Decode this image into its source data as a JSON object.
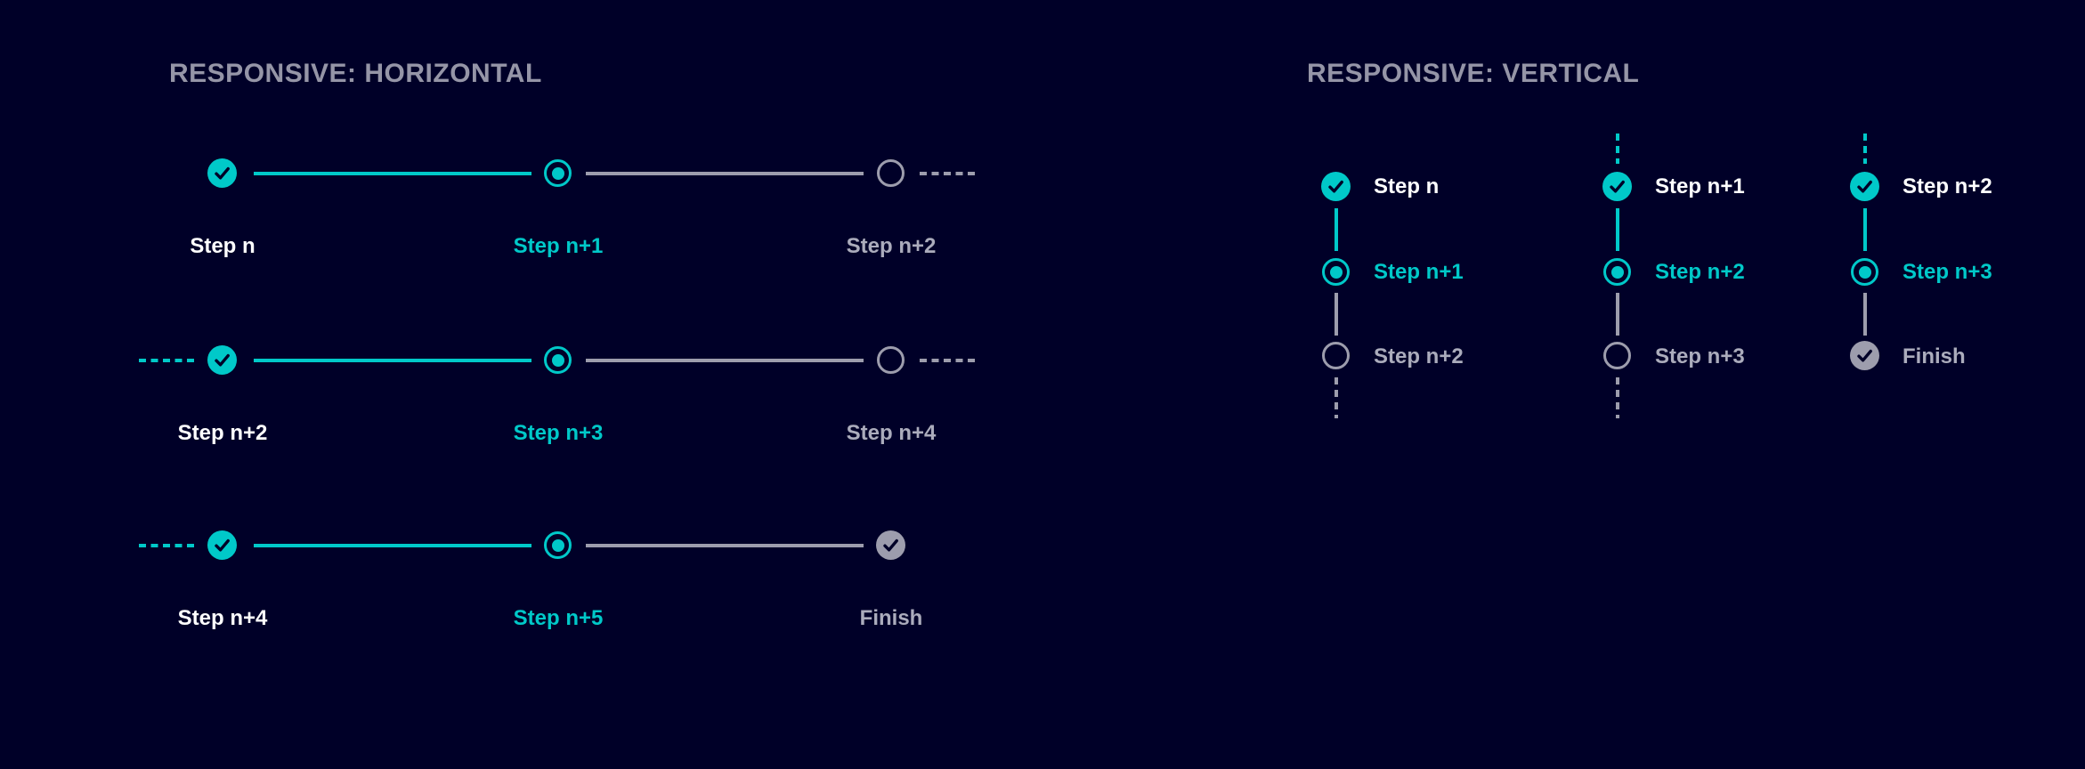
{
  "colors": {
    "background": "#000028",
    "accent": "#00c9c9",
    "inactive": "#9d9dad",
    "inactive_text": "#abacbc",
    "completed_text": "#ffffff",
    "heading_text": "#9595a7"
  },
  "horizontal": {
    "title": "RESPONSIVE: HORIZONTAL",
    "rows": [
      {
        "overflow_before": false,
        "overflow_after": true,
        "steps": [
          {
            "label": "Step n",
            "state": "completed"
          },
          {
            "label": "Step n+1",
            "state": "current"
          },
          {
            "label": "Step n+2",
            "state": "upcoming"
          }
        ]
      },
      {
        "overflow_before": true,
        "overflow_after": true,
        "steps": [
          {
            "label": "Step n+2",
            "state": "completed"
          },
          {
            "label": "Step n+3",
            "state": "current"
          },
          {
            "label": "Step n+4",
            "state": "upcoming"
          }
        ]
      },
      {
        "overflow_before": true,
        "overflow_after": false,
        "steps": [
          {
            "label": "Step n+4",
            "state": "completed"
          },
          {
            "label": "Step n+5",
            "state": "current"
          },
          {
            "label": "Finish",
            "state": "finished"
          }
        ]
      }
    ]
  },
  "vertical": {
    "title": "RESPONSIVE: VERTICAL",
    "columns": [
      {
        "overflow_before": false,
        "overflow_after": true,
        "steps": [
          {
            "label": "Step n",
            "state": "completed"
          },
          {
            "label": "Step n+1",
            "state": "current"
          },
          {
            "label": "Step n+2",
            "state": "upcoming"
          }
        ]
      },
      {
        "overflow_before": true,
        "overflow_after": true,
        "steps": [
          {
            "label": "Step n+1",
            "state": "completed"
          },
          {
            "label": "Step n+2",
            "state": "current"
          },
          {
            "label": "Step n+3",
            "state": "upcoming"
          }
        ]
      },
      {
        "overflow_before": true,
        "overflow_after": false,
        "steps": [
          {
            "label": "Step n+2",
            "state": "completed"
          },
          {
            "label": "Step n+3",
            "state": "current"
          },
          {
            "label": "Finish",
            "state": "finished"
          }
        ]
      }
    ]
  }
}
